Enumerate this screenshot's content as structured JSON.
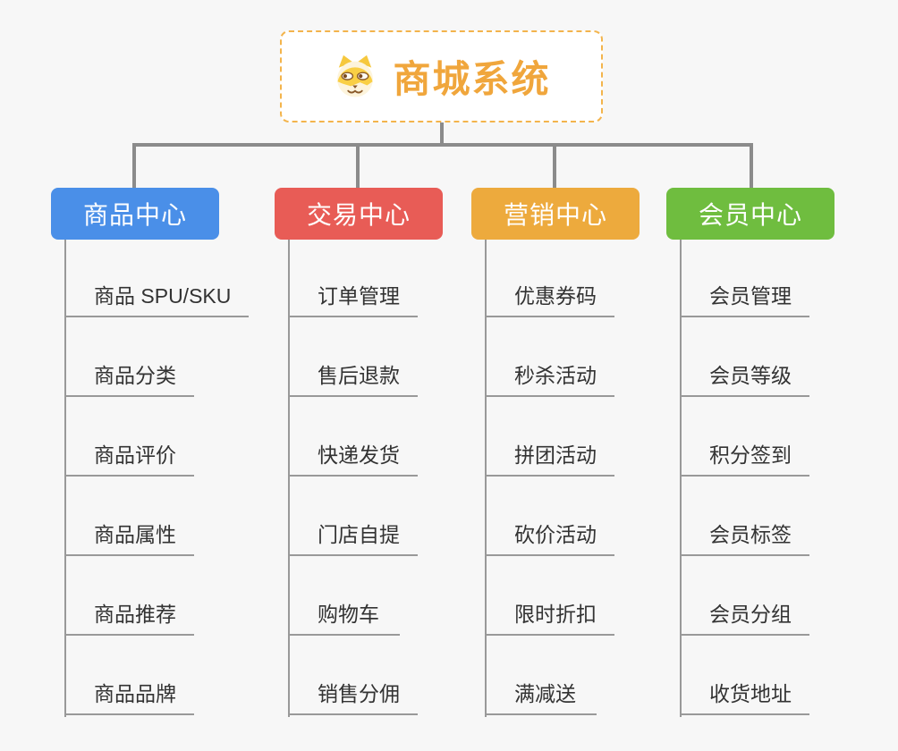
{
  "root": {
    "title": "商城系统",
    "icon": "dog-face-icon"
  },
  "branches": [
    {
      "label": "商品中心",
      "color": "#4a8fe8",
      "items": [
        "商品 SPU/SKU",
        "商品分类",
        "商品评价",
        "商品属性",
        "商品推荐",
        "商品品牌"
      ]
    },
    {
      "label": "交易中心",
      "color": "#e85c56",
      "items": [
        "订单管理",
        "售后退款",
        "快递发货",
        "门店自提",
        "购物车",
        "销售分佣"
      ]
    },
    {
      "label": "营销中心",
      "color": "#edaa3d",
      "items": [
        "优惠券码",
        "秒杀活动",
        "拼团活动",
        "砍价活动",
        "限时折扣",
        "满减送"
      ]
    },
    {
      "label": "会员中心",
      "color": "#6fbd3f",
      "items": [
        "会员管理",
        "会员等级",
        "积分签到",
        "会员标签",
        "会员分组",
        "收货地址"
      ]
    }
  ],
  "colors": {
    "background": "#f7f7f7",
    "root_border": "#f3b44c",
    "root_text": "#f0a63c",
    "connector": "#8b8b8b",
    "subline": "#999999",
    "subtext": "#333333",
    "header_text": "#ffffff"
  }
}
